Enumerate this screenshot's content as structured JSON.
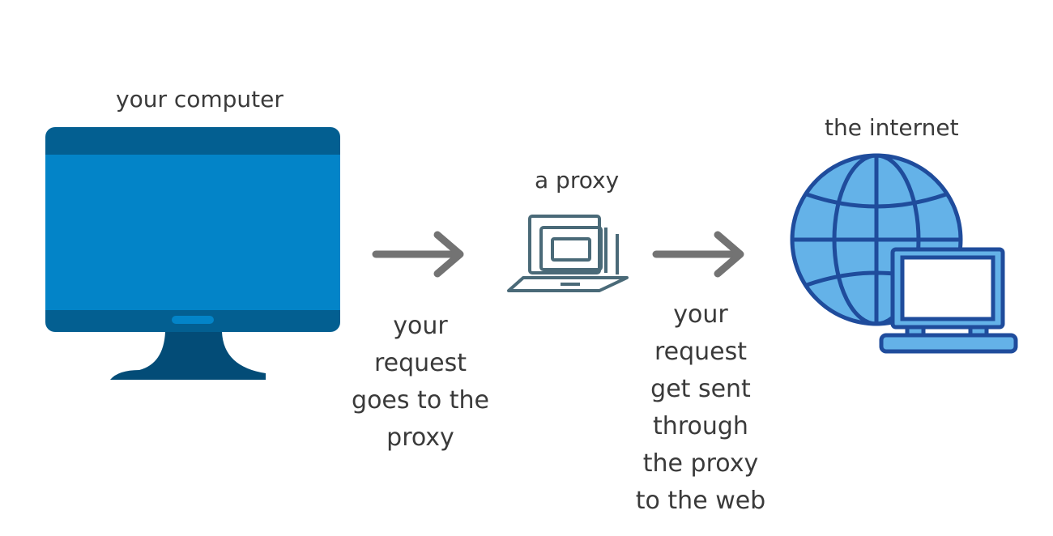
{
  "labels": {
    "computer": "your computer",
    "proxy": "a proxy",
    "internet": "the internet"
  },
  "steps": {
    "step1": [
      "your",
      "request",
      "goes to the",
      "proxy"
    ],
    "step2": [
      "your",
      "request",
      "get sent",
      "through",
      "the proxy",
      "to the web"
    ]
  },
  "colors": {
    "monitor_frame": "#035f91",
    "monitor_screen": "#0384c8",
    "monitor_stand": "#034c77",
    "arrow": "#737373",
    "proxy_line": "#4a6a78",
    "globe_fill": "#64b2e8",
    "globe_line": "#1f4c9c",
    "laptop_screen": "#ffffff"
  },
  "icons": {
    "computer": "desktop-monitor-icon",
    "proxy": "laptop-outline-icon",
    "internet": "globe-laptop-icon",
    "arrow": "right-arrow-icon"
  }
}
